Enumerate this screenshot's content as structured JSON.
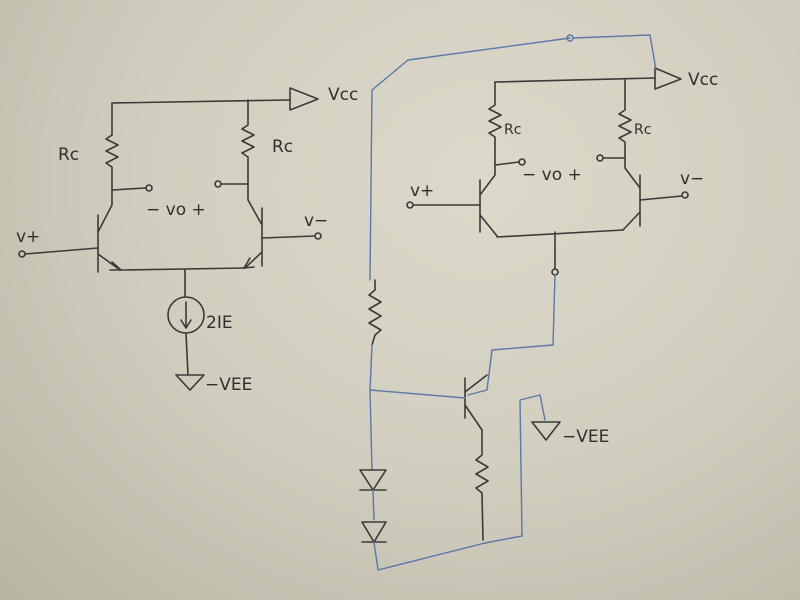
{
  "left_circuit": {
    "supply": "Vcc",
    "rc_left": "Rc",
    "rc_right": "Rc",
    "input_plus": "v+",
    "input_minus": "v−",
    "output": "−  vo  +",
    "current_source": "2IE",
    "negative_supply": "−VEE"
  },
  "right_circuit": {
    "supply": "Vcc",
    "rc_left": "Rc",
    "rc_right": "Rc",
    "input_plus": "v+",
    "input_minus": "v−",
    "output": "−  vo  +",
    "negative_supply": "−VEE"
  },
  "colors": {
    "pencil": "#3a3a3a",
    "blue_ink": "#5a78a8",
    "paper": "#d2cebf"
  }
}
